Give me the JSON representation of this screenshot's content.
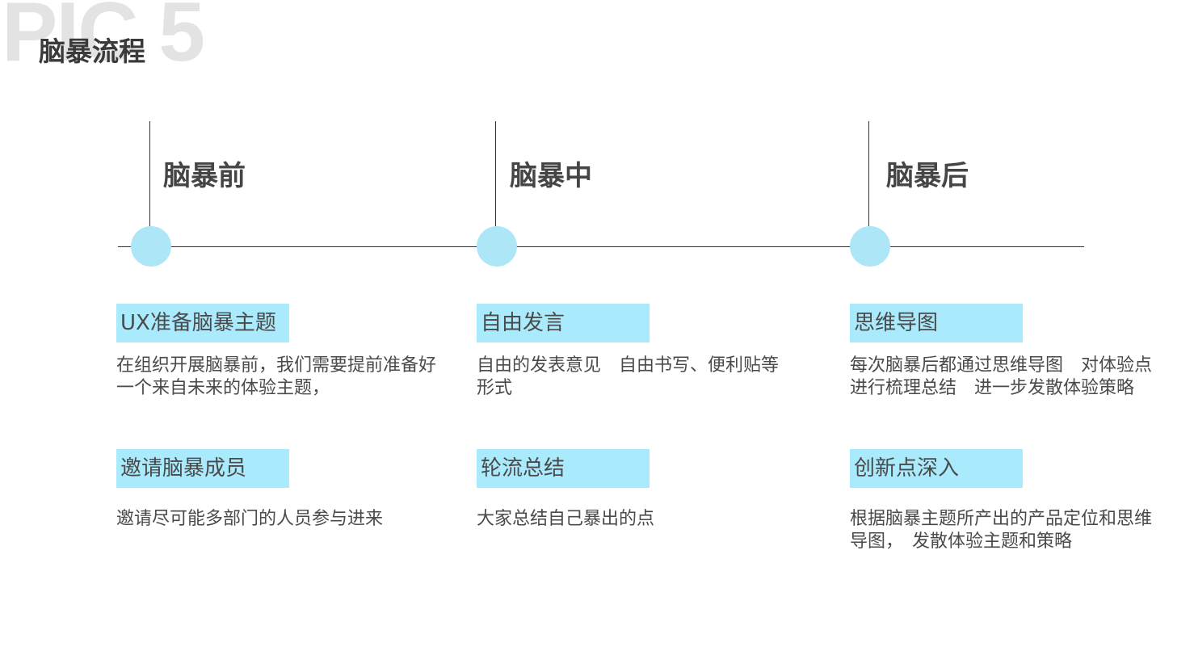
{
  "watermark": "PIC 5",
  "page_title": "脑暴流程",
  "stages": [
    {
      "title": "脑暴前",
      "tasks": [
        {
          "label": "UX准备脑暴主题",
          "desc": "在组织开展脑暴前，我们需要提前准备好一个来自未来的体验主题，"
        },
        {
          "label": "邀请脑暴成员",
          "desc": "邀请尽可能多部门的人员参与进来"
        }
      ]
    },
    {
      "title": "脑暴中",
      "tasks": [
        {
          "label": "自由发言",
          "desc": "自由的发表意见　自由书写、便利贴等形式"
        },
        {
          "label": "轮流总结",
          "desc": "大家总结自己暴出的点"
        }
      ]
    },
    {
      "title": "脑暴后",
      "tasks": [
        {
          "label": "思维导图",
          "desc": "每次脑暴后都通过思维导图　对体验点进行梳理总结　进一步发散体验策略"
        },
        {
          "label": "创新点深入",
          "desc": "根据脑暴主题所产出的产品定位和思维导图，　发散体验主题和策略"
        }
      ]
    }
  ],
  "colors": {
    "accent": "#aaeafd",
    "dot": "#ade6f7",
    "line": "#333333",
    "text": "#4a4a4a",
    "watermark": "#e3e3e3"
  }
}
